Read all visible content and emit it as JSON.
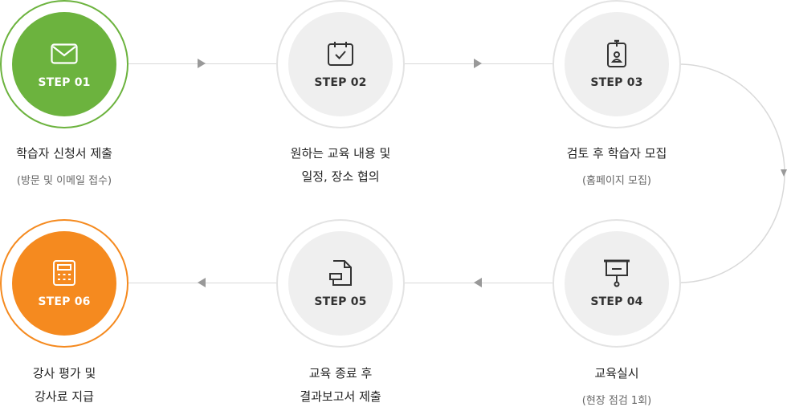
{
  "steps": [
    {
      "label": "STEP 01",
      "title": "학습자 신청서 제출",
      "sub": "(방문 및 이메일 접수)",
      "icon": "mail-icon",
      "color": "#6cb33e"
    },
    {
      "label": "STEP 02",
      "title1": "원하는 교육 내용 및",
      "title2": "일정, 장소 협의",
      "icon": "calendar-check-icon"
    },
    {
      "label": "STEP 03",
      "title": "검토 후 학습자 모집",
      "sub": "(홈페이지 모집)",
      "icon": "id-badge-icon"
    },
    {
      "label": "STEP 04",
      "title": "교육실시",
      "sub": "(현장 점검 1회)",
      "icon": "projector-screen-icon"
    },
    {
      "label": "STEP 05",
      "title1": "교육 종료 후",
      "title2": "결과보고서 제출",
      "icon": "document-icon"
    },
    {
      "label": "STEP 06",
      "title1": "강사 평가 및",
      "title2": "강사료 지급",
      "icon": "calculator-icon",
      "color": "#f58a1f"
    }
  ]
}
